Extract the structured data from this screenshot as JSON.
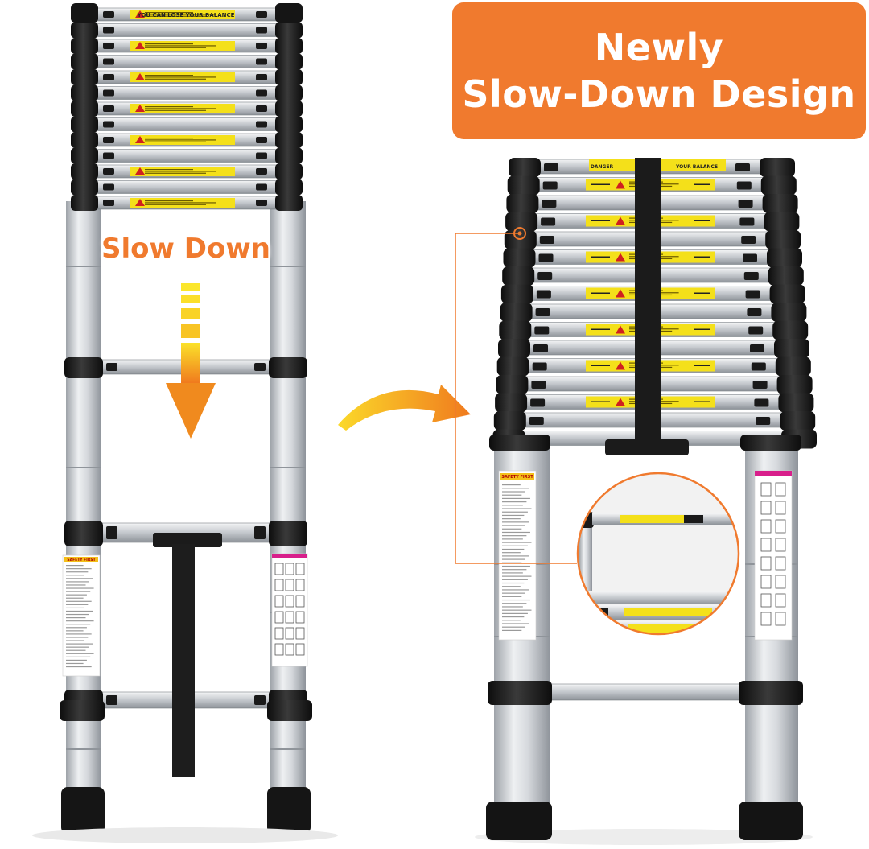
{
  "headline": {
    "line1": "Newly",
    "line2": "Slow-Down Design"
  },
  "left_ladder": {
    "overlay_label": "Slow Down",
    "top_rung_label": "YOU CAN LOSE YOUR BALANCE",
    "sticker_safety": "SAFETY FIRST"
  },
  "right_ladder": {
    "top_rung_label_left": "DANGER",
    "top_rung_label_right": "YOUR BALANCE",
    "sticker_safety": "SAFETY FIRST"
  },
  "colors": {
    "accent_orange": "#f07a2e",
    "arrow_yellow": "#f8d21a",
    "label_yellow": "#f4e01a",
    "ladder_black": "#1c1c1c",
    "aluminium": "#c9cdd2"
  },
  "icons": {
    "down_arrow": "down-arrow-icon",
    "curved_arrow": "curved-arrow-icon",
    "zoom_callout": "magnifier-callout-icon"
  }
}
